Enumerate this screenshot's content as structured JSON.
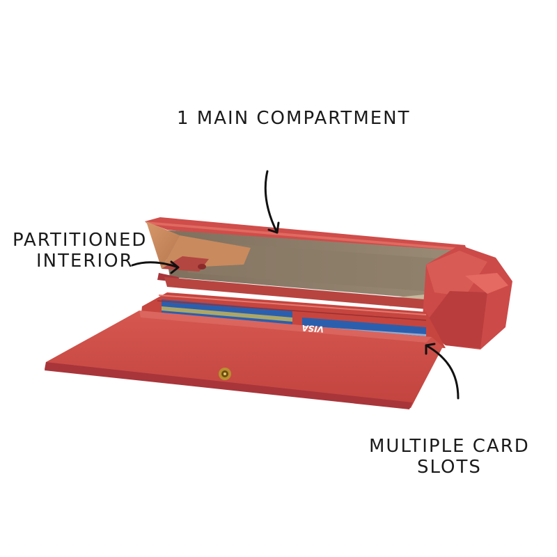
{
  "annotations": {
    "main_compartment": "1 MAIN COMPARTMENT",
    "partitioned_interior": {
      "line1": "PARTITIONED",
      "line2": "INTERIOR"
    },
    "card_slots": {
      "line1": "MULTIPLE CARD",
      "line2": "SLOTS"
    }
  },
  "card_brand": "VISA",
  "colors": {
    "wallet_red": "#cc4a4a",
    "wallet_dark_red": "#a8353a",
    "lining_tan": "#8a7a66",
    "partition_tan": "#c98a5e",
    "card_blue": "#2b5fae",
    "clasp_gold": "#b8902f"
  },
  "icons": [
    "arrow-icon",
    "clasp-icon"
  ]
}
